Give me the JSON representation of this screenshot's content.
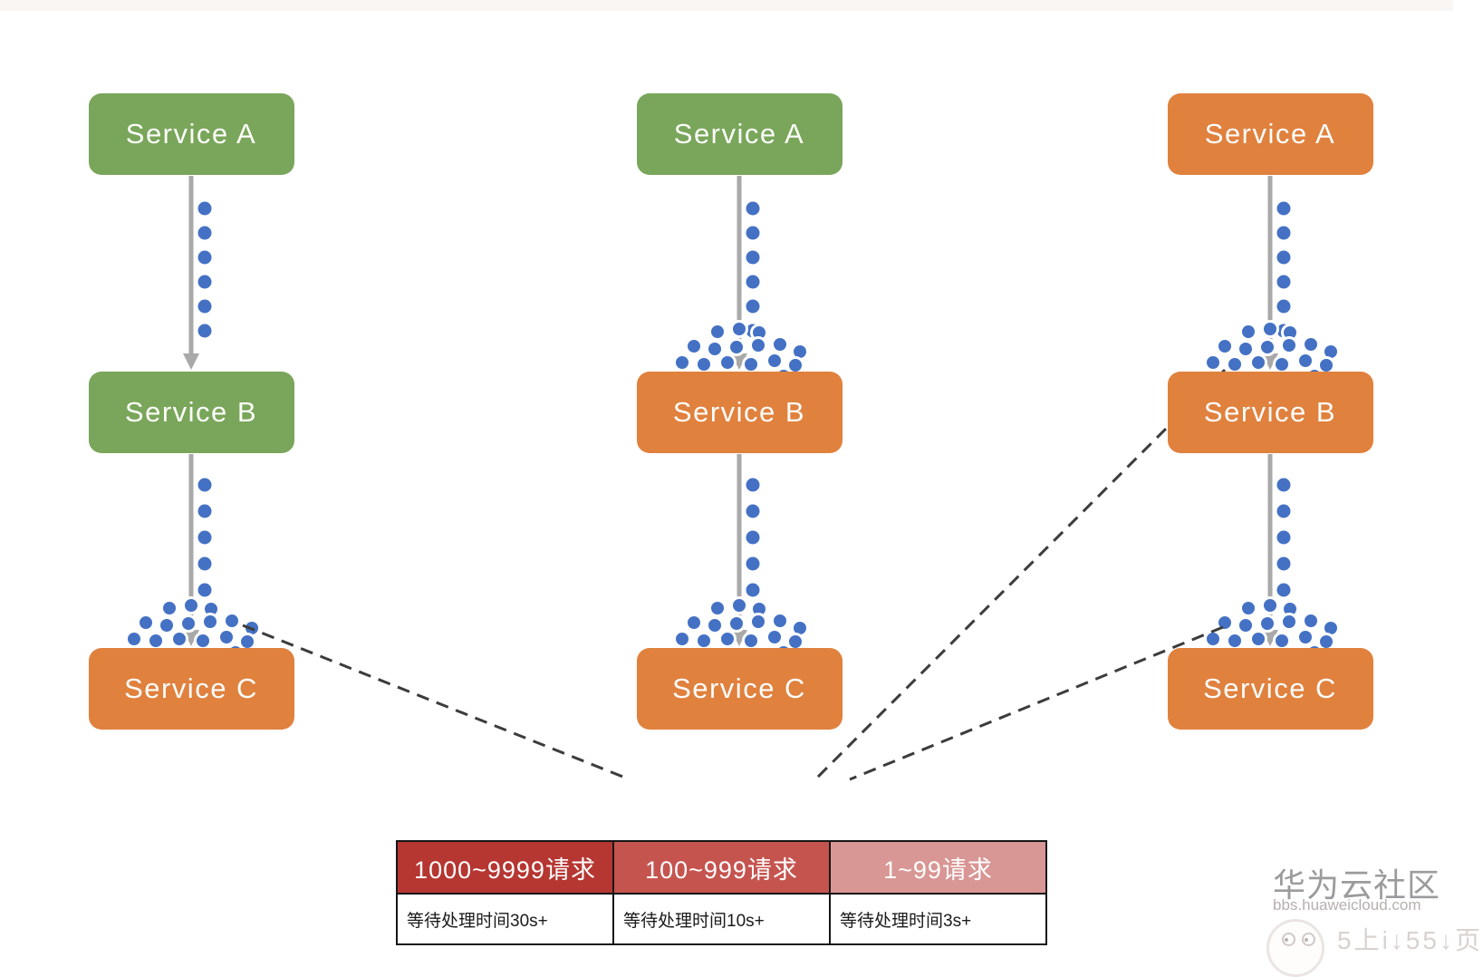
{
  "page": {
    "top_band_color": "#f9f6f4",
    "background": "#ffffff"
  },
  "colors": {
    "green": "#79a65a",
    "orange": "#e0813e",
    "request_dot": "#4471c4",
    "dot_outline": "#ffffff",
    "arrow": "#a9a9a9",
    "dashed_line": "#3c3c3c",
    "watermark_gray": "#9b9b9b"
  },
  "diagram": {
    "columns": [
      {
        "services": [
          {
            "label": "Service A",
            "tone": "green"
          },
          {
            "label": "Service B",
            "tone": "green"
          },
          {
            "label": "Service C",
            "tone": "orange"
          }
        ],
        "flows": [
          {
            "dots": 6,
            "pile": false
          },
          {
            "dots": 5,
            "pile": true
          }
        ]
      },
      {
        "services": [
          {
            "label": "Service A",
            "tone": "green"
          },
          {
            "label": "Service B",
            "tone": "orange"
          },
          {
            "label": "Service C",
            "tone": "orange"
          }
        ],
        "flows": [
          {
            "dots": 6,
            "pile": true
          },
          {
            "dots": 5,
            "pile": true
          }
        ]
      },
      {
        "services": [
          {
            "label": "Service A",
            "tone": "orange"
          },
          {
            "label": "Service B",
            "tone": "orange"
          },
          {
            "label": "Service C",
            "tone": "orange"
          }
        ],
        "flows": [
          {
            "dots": 6,
            "pile": true
          },
          {
            "dots": 5,
            "pile": true
          }
        ]
      }
    ]
  },
  "table": {
    "headers": [
      {
        "label": "1000~9999请求",
        "bg": "#b63631"
      },
      {
        "label": "100~999请求",
        "bg": "#c5544f"
      },
      {
        "label": "1~99请求",
        "bg": "#d89694"
      }
    ],
    "row": [
      "等待处理时间30s+",
      "等待处理时间10s+",
      "等待处理时间3s+"
    ]
  },
  "watermark": {
    "title": "华为云社区",
    "url": "bbs.huaweicloud.com",
    "fragment": "5上i↓55↓页"
  }
}
